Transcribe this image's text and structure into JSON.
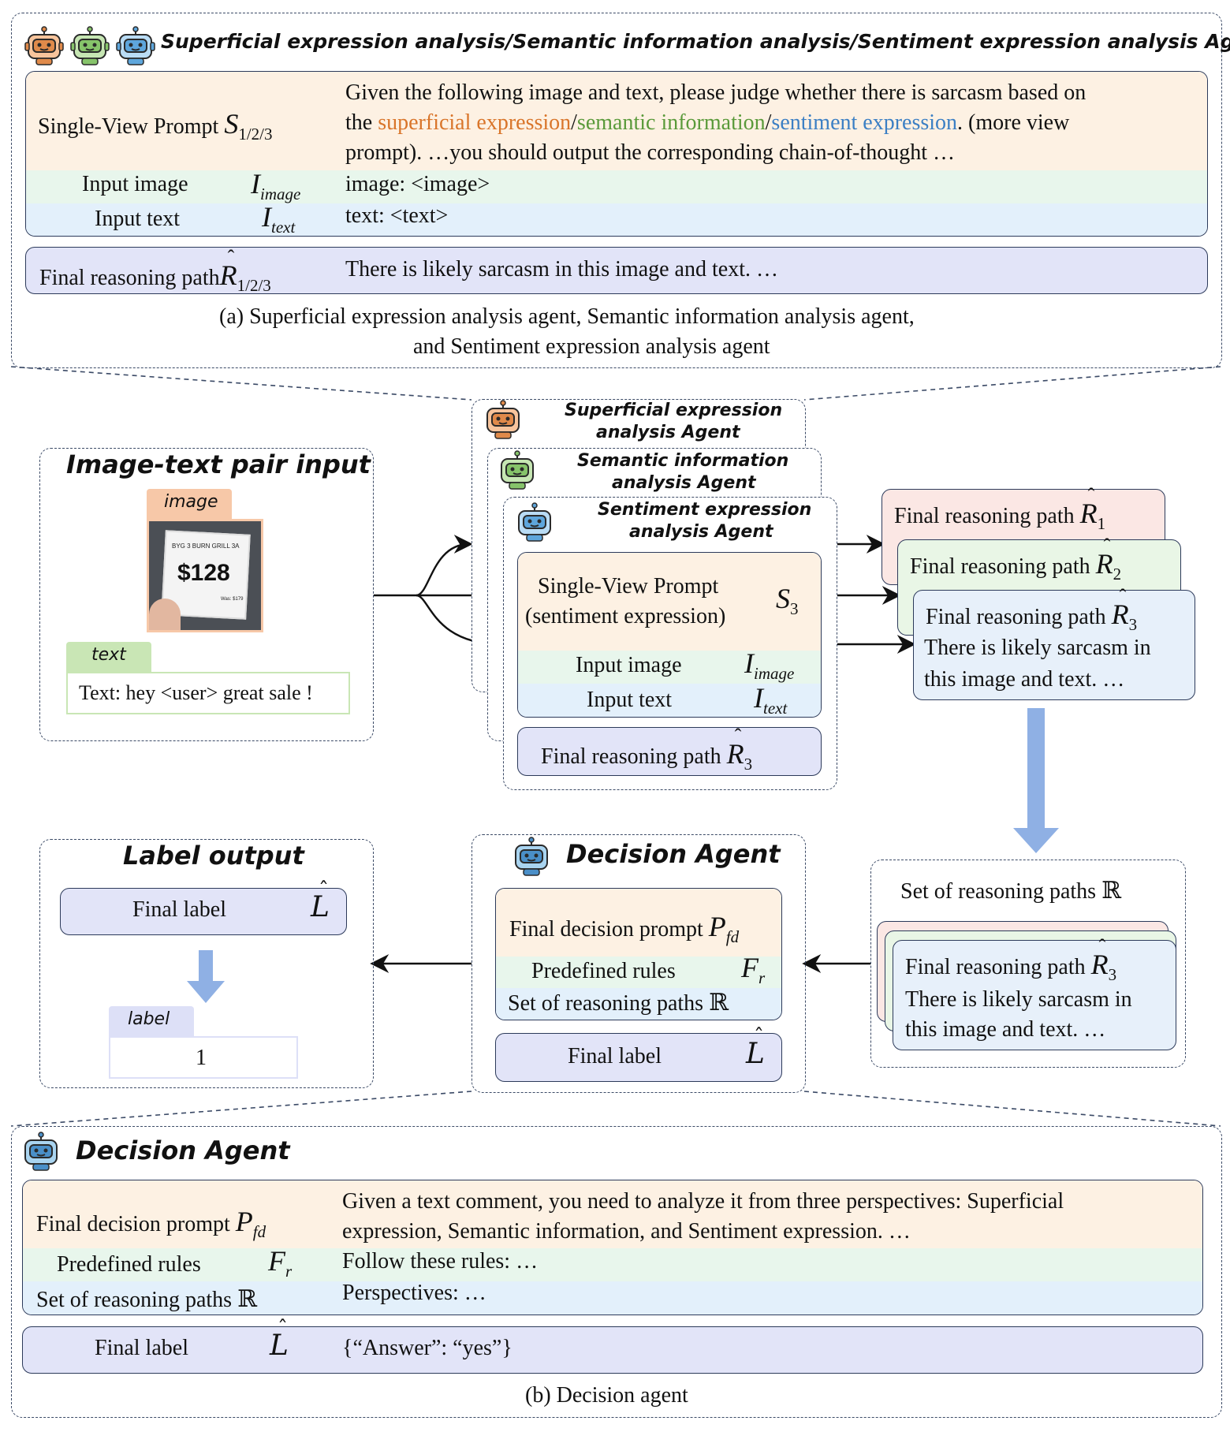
{
  "top_panel": {
    "header": "Superficial expression analysis/Semantic information analysis/Sentiment expression analysis Agent",
    "prompt_label": "Single-View Prompt",
    "prompt_symbol": "S",
    "prompt_symbol_sub": "1/2/3",
    "prompt_text_1": "Given the following image and text, please judge whether there is sarcasm based on",
    "prompt_text_2a": "the ",
    "prompt_text_2b": "superficial expression",
    "prompt_text_2c": "/",
    "prompt_text_2d": "semantic information",
    "prompt_text_2e": "/",
    "prompt_text_2f": "sentiment expression",
    "prompt_text_2g": ". (more view",
    "prompt_text_3": "prompt). …you should output the corresponding chain-of-thought …",
    "image_label": "Input image",
    "image_symbol": "I",
    "image_symbol_sub": "image",
    "image_value": "image: <image>",
    "text_label": "Input text",
    "text_symbol": "I",
    "text_symbol_sub": "text",
    "text_value": "text: <text>",
    "final_label": "Final reasoning path",
    "final_symbol": "R",
    "final_symbol_sub": "1/2/3",
    "final_value": "There is likely sarcasm in this image and text. …",
    "caption_1": "(a)  Superficial expression analysis agent, Semantic information analysis agent,",
    "caption_2": "and Sentiment expression analysis agent"
  },
  "input_panel": {
    "title": "Image-text pair input",
    "image_tag": "image",
    "photo_line1": "BYG 3 BURN GRILL  3A",
    "photo_price": "$128",
    "photo_small": "Was: $179",
    "text_tag": "text",
    "text_value": "Text: hey <user> great sale !"
  },
  "agents": {
    "agent1_title_1": "Superficial expression",
    "agent1_title_2": "analysis Agent",
    "agent2_title_1": "Semantic information",
    "agent2_title_2": "analysis Agent",
    "agent3_title_1": "Sentiment expression",
    "agent3_title_2": "analysis Agent",
    "prompt_line1": "Single-View Prompt",
    "prompt_line2": "(sentiment expression)",
    "prompt_symbol": "S",
    "prompt_symbol_sub": "3",
    "image_label": "Input image",
    "image_symbol": "I",
    "image_symbol_sub": "image",
    "text_label": "Input text",
    "text_symbol": "I",
    "text_symbol_sub": "text",
    "final_label": "Final reasoning path",
    "final_symbol": "R",
    "final_symbol_sub": "3"
  },
  "paths": {
    "card1_label": "Final reasoning path",
    "card1_sub": "1",
    "card2_label": "Final reasoning path",
    "card2_sub": "2",
    "card3_label": "Final reasoning path",
    "card3_sub": "3",
    "card3_text_1": "There is likely sarcasm in",
    "card3_text_2": "this image and text. …",
    "symbol": "R"
  },
  "set_panel": {
    "title": "Set of reasoning paths",
    "symbol": "ℝ",
    "card_label": "Final reasoning path",
    "card_symbol": "R",
    "card_sub": "3",
    "card_text_1": "There is likely sarcasm in",
    "card_text_2": "this image and text. …"
  },
  "decision_mid": {
    "title": "Decision Agent",
    "prompt_label": "Final decision prompt",
    "prompt_symbol": "P",
    "prompt_sub": "fd",
    "rules_label": "Predefined rules",
    "rules_symbol": "F",
    "rules_sub": "r",
    "set_label": "Set of reasoning paths",
    "set_symbol": "ℝ",
    "final_label": "Final label",
    "final_symbol": "L"
  },
  "label_panel": {
    "title": "Label output",
    "final_label": "Final label",
    "final_symbol": "L",
    "tag": "label",
    "value": "1"
  },
  "bottom_panel": {
    "title": "Decision Agent",
    "prompt_label": "Final decision prompt",
    "prompt_symbol": "P",
    "prompt_sub": "fd",
    "prompt_text_1": "Given a text comment, you need to analyze it from three perspectives: Superficial",
    "prompt_text_2": "expression, Semantic information, and Sentiment expression. …",
    "rules_label": "Predefined rules",
    "rules_symbol": "F",
    "rules_sub": "r",
    "rules_text": "Follow these rules: …",
    "set_label": "Set of reasoning paths",
    "set_symbol": "ℝ",
    "set_text": "Perspectives: …",
    "final_label": "Final label",
    "final_symbol": "L",
    "final_text": "{“Answer”: “yes”}",
    "caption": "(b) Decision agent"
  },
  "colors": {
    "orange_robot": "#e08a4a",
    "green_robot": "#86c36a",
    "blue_robot": "#5ea6dc",
    "arrow_blue": "#8fb0e4"
  }
}
